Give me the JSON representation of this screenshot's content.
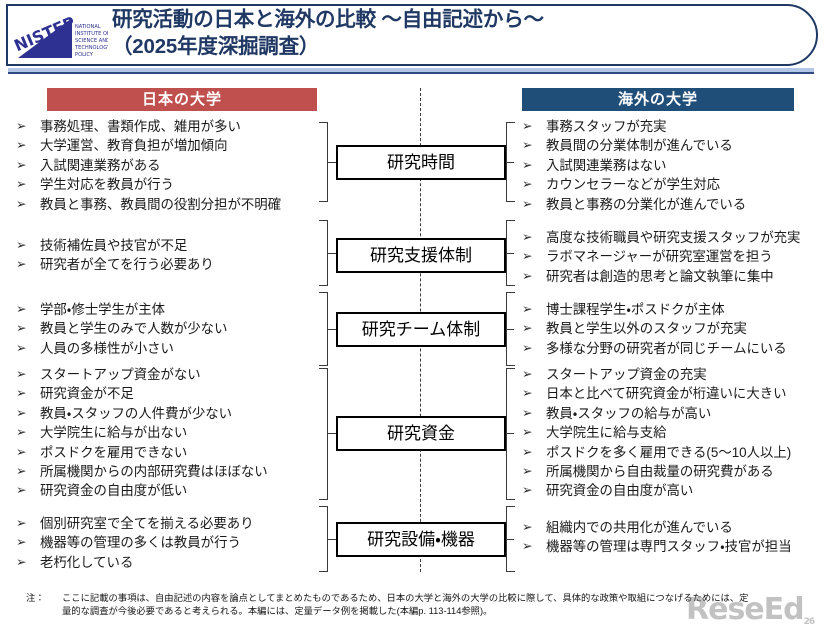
{
  "header": {
    "logo_acronym": "NISTEP",
    "logo_lines": [
      "NATIONAL",
      "INSTITUTE OF",
      "SCIENCE AND",
      "TECHNOLOGY",
      "POLICY"
    ],
    "title_line1": "研究活動の日本と海外の比較 ～自由記述から～",
    "title_line2": "（2025年度深掘調査）",
    "title_color": "#1f3864"
  },
  "columns": {
    "left_label": "日本の大学",
    "left_color": "#c0504d",
    "right_label": "海外の大学",
    "right_color": "#1f4e79"
  },
  "bullet_glyph": "➢",
  "sections": [
    {
      "category": "研究時間",
      "left": [
        "事務処理、書類作成、雑用が多い",
        "大学運営、教育負担が増加傾向",
        "入試関連業務がある",
        "学生対応を教員が行う",
        "教員と事務、教員間の役割分担が不明確"
      ],
      "right": [
        "事務スタッフが充実",
        "教員間の分業体制が進んでいる",
        "入試関連業務はない",
        "カウンセラーなどが学生対応",
        "教員と事務の分業化が進んでいる"
      ]
    },
    {
      "category": "研究支援体制",
      "left": [
        "技術補佐員や技官が不足",
        "研究者が全てを行う必要あり"
      ],
      "right": [
        "高度な技術職員や研究支援スタッフが充実",
        "ラボマネージャーが研究室運営を担う",
        "研究者は創造的思考と論文執筆に集中"
      ]
    },
    {
      "category": "研究チーム体制",
      "left": [
        "学部・修士学生が主体",
        "教員と学生のみで人数が少ない",
        "人員の多様性が小さい"
      ],
      "right": [
        "博士課程学生・ポスドクが主体",
        "教員と学生以外のスタッフが充実",
        "多様な分野の研究者が同じチームにいる"
      ]
    },
    {
      "category": "研究資金",
      "left": [
        "スタートアップ資金がない",
        "研究資金が不足",
        "教員・スタッフの人件費が少ない",
        "大学院生に給与が出ない",
        "ポスドクを雇用できない",
        "所属機関からの内部研究費はほぼない",
        "研究資金の自由度が低い"
      ],
      "right": [
        "スタートアップ資金の充実",
        "日本と比べて研究資金が桁違いに大きい",
        "教員・スタッフの給与が高い",
        "大学院生に給与支給",
        "ポスドクを多く雇用できる(5～10人以上)",
        "所属機関から自由裁量の研究費がある",
        "研究資金の自由度が高い"
      ]
    },
    {
      "category": "研究設備・機器",
      "left": [
        "個別研究室で全てを揃える必要あり",
        "機器等の管理の多くは教員が行う",
        "老朽化している"
      ],
      "right": [
        "組織内での共用化が進んでいる",
        "機器等の管理は専門スタッフ・技官が担当"
      ]
    }
  ],
  "note": {
    "label": "注：",
    "line1": "ここに記載の事項は、自由記述の内容を論点としてまとめたものであるため、日本の大学と海外の大学の比較に際して、具体的な政策や取組につなげるためには、定",
    "line2": "量的な調査が今後必要であると考えられる。本編には、定量データ例を掲載した(本編p. 113-114参照)。"
  },
  "watermark": {
    "text": "ReseEd",
    "suffix": "26"
  }
}
